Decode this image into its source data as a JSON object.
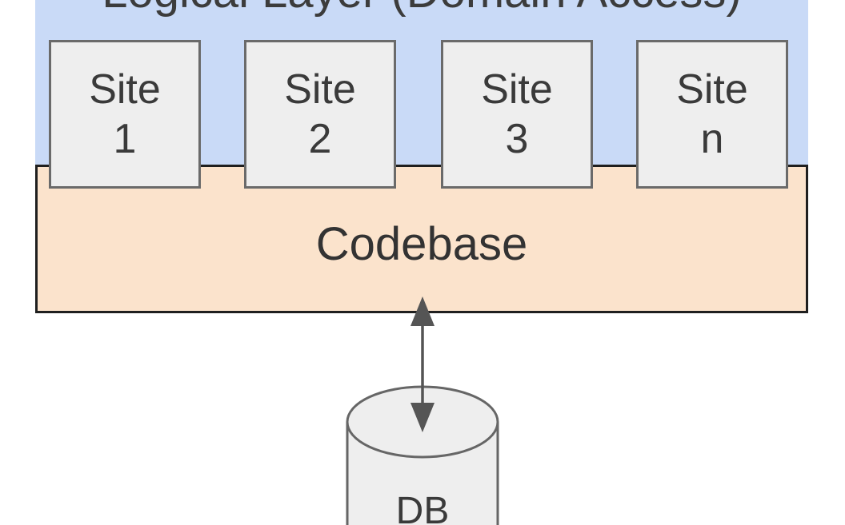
{
  "logical_layer": {
    "title": "Logical Layer (Domain Access)",
    "color": "#c9daf7"
  },
  "sites": [
    {
      "line1": "Site",
      "line2": "1"
    },
    {
      "line1": "Site",
      "line2": "2"
    },
    {
      "line1": "Site",
      "line2": "3"
    },
    {
      "line1": "Site",
      "line2": "n"
    }
  ],
  "codebase": {
    "label": "Codebase",
    "color": "#fbe3cc"
  },
  "database": {
    "label": "DB",
    "icon": "cylinder-database-icon"
  },
  "connector": {
    "type": "bidirectional-arrow",
    "icon": "double-arrow-icon"
  }
}
